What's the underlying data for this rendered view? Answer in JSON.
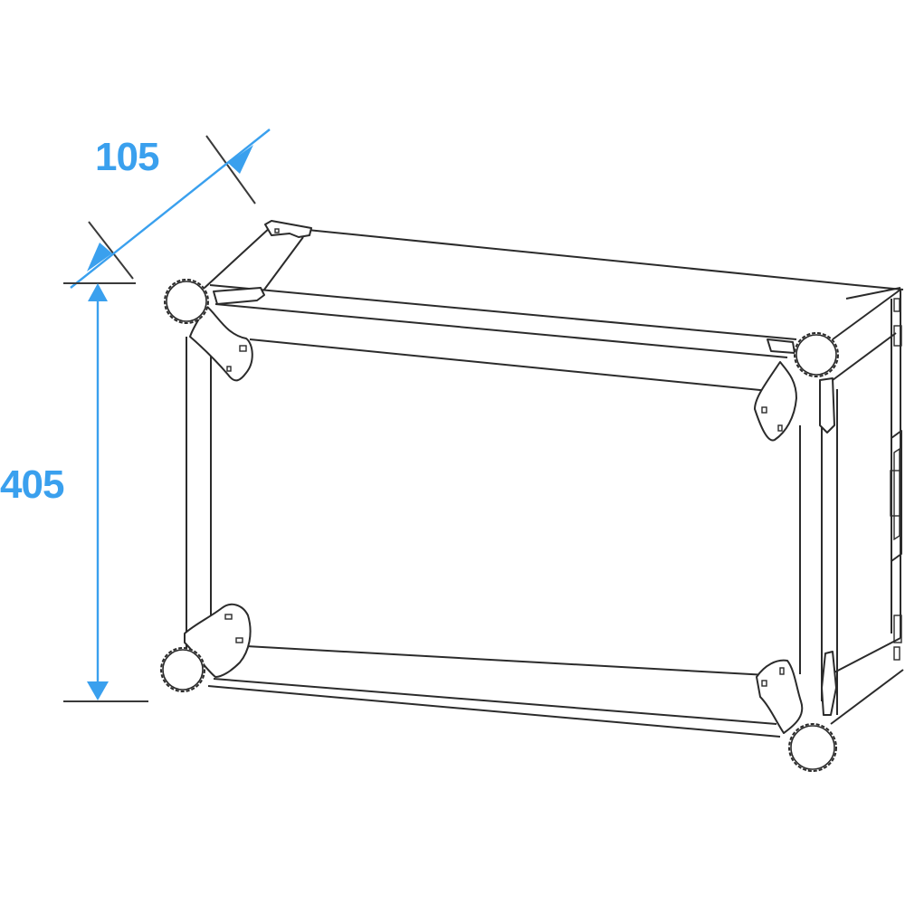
{
  "drawing": {
    "subject": "rack case line drawing",
    "dimensions": {
      "depth": {
        "value": "105"
      },
      "height": {
        "value": "405"
      }
    },
    "colors": {
      "dimension_accent": "#3aa0ee",
      "line": "#2b2b2b",
      "background": "#ffffff"
    }
  }
}
